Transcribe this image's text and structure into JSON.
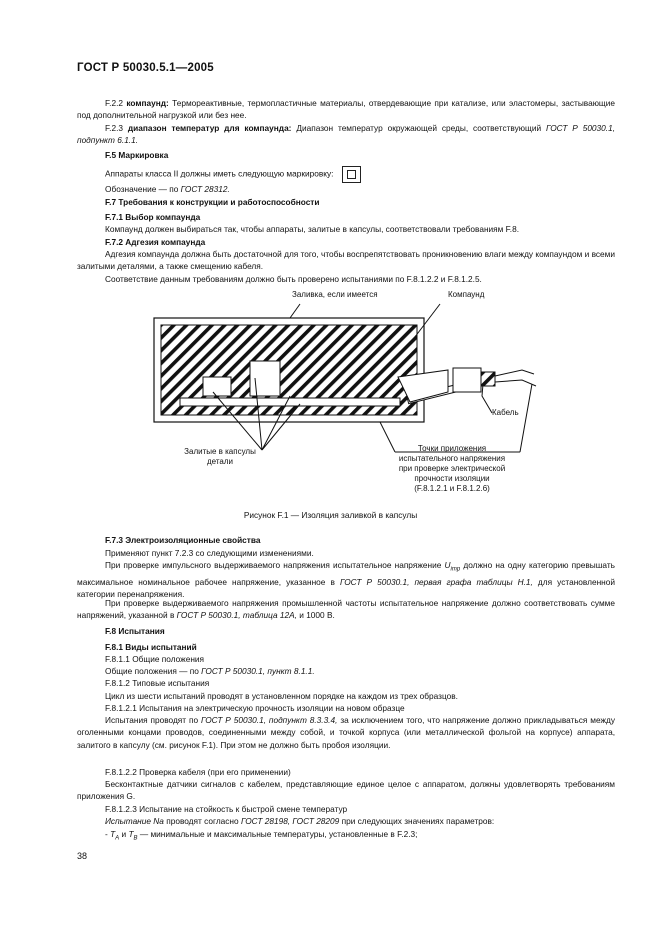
{
  "header": "ГОСТ Р 50030.5.1—2005",
  "p_f22_num": "F.2.2",
  "p_f22_term": "компаунд:",
  "p_f22_rest": "Термореактивные, термопластичные материалы, отвердевающие при катализе, или эластомеры, застывающие под дополнительной нагрузкой или без нее.",
  "p_f23_num": "F.2.3",
  "p_f23_term": "диапазон температур для компаунда:",
  "p_f23_rest": "Диапазон температур окружающей среды, соответствующий",
  "p_f23_ref": "ГОСТ Р 50030.1, подпункт 6.1.1.",
  "h_f5": "F.5  Маркировка",
  "p_f5_1": "Аппараты класса II должны иметь следующую маркировку:",
  "p_f5_2a": "Обозначение — по",
  "p_f5_2b": "ГОСТ 28312.",
  "h_f7": "F.7  Требования к конструкции и работоспособности",
  "h_f71": "F.7.1  Выбор компаунда",
  "p_f71": "Компаунд должен выбираться так, чтобы аппараты, залитые в капсулы, соответствовали требованиям F.8.",
  "h_f72": "F.7.2  Адгезия компаунда",
  "p_f72_1": "Адгезия компаунда должна быть достаточной для того, чтобы воспрепятствовать проникновению влаги между компаундом и всеми залитыми деталями, а также смещению кабеля.",
  "p_f72_2": "Соответствие данным требованиям должно быть проверено испытаниями по F.8.1.2.2 и F.8.1.2.5.",
  "fig": {
    "label_filling": "Заливка, если имеется",
    "label_compound": "Компаунд",
    "label_cable": "Кабель",
    "label_parts_1": "Залитые в капсулы",
    "label_parts_2": "детали",
    "label_points_1": "Точки приложения",
    "label_points_2": "испытательного напряжения",
    "label_points_3": "при проверке электрической",
    "label_points_4": "прочности изоляции",
    "label_points_5": "(F.8.1.2.1 и F.8.1.2.6)",
    "caption": "Рисунок F.1 — Изоляция заливкой в капсулы"
  },
  "h_f73": "F.7.3  Электроизоляционные свойства",
  "p_f73_1": "Применяют пункт 7.2.3 со следующими изменениями.",
  "p_f73_2a": "При проверке импульсного выдерживаемого напряжения испытательное напряжение",
  "p_f73_2sym": "U",
  "p_f73_2sub": "imp",
  "p_f73_2b": "должно на одну категорию превышать максимальное номинальное рабочее напряжение, указанное в",
  "p_f73_2ref": "ГОСТ Р 50030.1, первая графа таблицы Н.1,",
  "p_f73_2c": "для установленной категории перенапряжения.",
  "p_f73_3a": "При проверке выдерживаемого напряжения промышленной частоты испытательное напряжение должно соответствовать сумме напряжений, указанной в",
  "p_f73_3ref": "ГОСТ Р 50030.1, таблица 12А,",
  "p_f73_3b": "и 1000 В.",
  "h_f8": "F.8  Испытания",
  "h_f81": "F.8.1  Виды испытаний",
  "p_f811": "F.8.1.1  Общие положения",
  "p_f811_a": "Общие положения — по",
  "p_f811_ref": "ГОСТ Р 50030.1, пункт 8.1.1.",
  "p_f812": "F.8.1.2  Типовые испытания",
  "p_f812_text": "Цикл из шести испытаний проводят в установленном порядке на каждом из трех образцов.",
  "p_f8121": "F.8.1.2.1  Испытания на электрическую прочность изоляции на новом образце",
  "p_f8121_a": "Испытания проводят по",
  "p_f8121_ref": "ГОСТ Р 50030.1, подпункт 8.3.3.4,",
  "p_f8121_b": "за исключением того, что напряжение должно прикладываться между оголенными концами проводов, соединенными между собой, и точкой корпуса (или металлической фольгой на корпусе) аппарата, залитого в капсулу (см. рисунок F.1). При этом не должно быть пробоя изоляции.",
  "p_f8122": "F.8.1.2.2  Проверка кабеля (при его применении)",
  "p_f8122_text": "Бесконтактные датчики сигналов с кабелем, представляющие единое целое с аппаратом, должны удовлетворять требованиям приложения G.",
  "p_f8123": "F.8.1.2.3  Испытание на стойкость к быстрой смене температур",
  "p_f8123_a": "Испытание Na",
  "p_f8123_b": "проводят согласно",
  "p_f8123_ref": "ГОСТ 28198, ГОСТ 28209",
  "p_f8123_c": "при следующих значениях параметров:",
  "p_last_dash": "-",
  "p_last_ta": "T",
  "p_last_ta_sub": "A",
  "p_last_and": "и",
  "p_last_tb": "T",
  "p_last_tb_sub": "B",
  "p_last_text": "— минимальные и максимальные температуры, установленные в F.2.3;",
  "page_number": "38"
}
